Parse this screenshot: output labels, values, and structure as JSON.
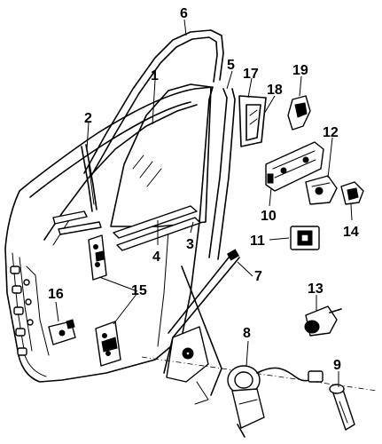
{
  "diagram": {
    "callouts": [
      {
        "id": "callout-1",
        "text": "1"
      },
      {
        "id": "callout-2",
        "text": "2"
      },
      {
        "id": "callout-3",
        "text": "3"
      },
      {
        "id": "callout-4",
        "text": "4"
      },
      {
        "id": "callout-5",
        "text": "5"
      },
      {
        "id": "callout-6",
        "text": "6"
      },
      {
        "id": "callout-7",
        "text": "7"
      },
      {
        "id": "callout-8",
        "text": "8"
      },
      {
        "id": "callout-9",
        "text": "9"
      },
      {
        "id": "callout-10",
        "text": "10"
      },
      {
        "id": "callout-11",
        "text": "11"
      },
      {
        "id": "callout-12",
        "text": "12"
      },
      {
        "id": "callout-13",
        "text": "13"
      },
      {
        "id": "callout-14",
        "text": "14"
      },
      {
        "id": "callout-15",
        "text": "15"
      },
      {
        "id": "callout-16",
        "text": "16"
      },
      {
        "id": "callout-17",
        "text": "17"
      },
      {
        "id": "callout-18",
        "text": "18"
      },
      {
        "id": "callout-19",
        "text": "19"
      }
    ]
  }
}
